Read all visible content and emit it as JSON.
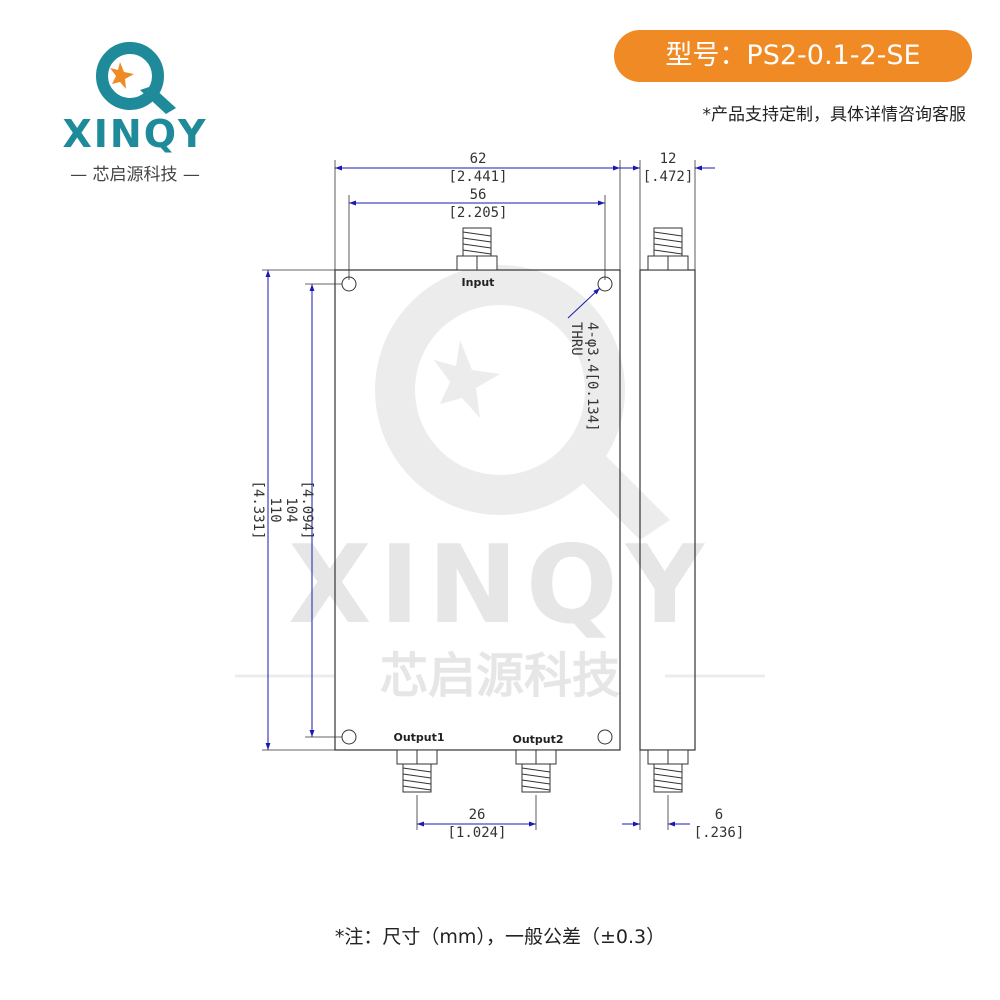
{
  "logo": {
    "brand": "XINQY",
    "chinese": "— 芯启源科技 —",
    "colors": {
      "teal": "#1f8a99",
      "orange": "#f08a24"
    }
  },
  "header": {
    "model_badge": "型号：PS2-0.1-2-SE",
    "badge_color": "#f08a24",
    "notice": "*产品支持定制，具体详情咨询客服"
  },
  "watermark": {
    "brand": "XINQY",
    "chinese": "芯启源科技"
  },
  "drawing": {
    "ports": {
      "input": "Input",
      "output1": "Output1",
      "output2": "Output2"
    },
    "dimensions": {
      "width_outer_mm": "62",
      "width_outer_in": "[2.441]",
      "width_inner_mm": "56",
      "width_inner_in": "[2.205]",
      "thickness_mm": "12",
      "thickness_in": "[.472]",
      "height_outer_mm": "110",
      "height_outer_in": "[4.331]",
      "height_inner_mm": "104",
      "height_inner_in": "[4.094]",
      "port_spacing_mm": "26",
      "port_spacing_in": "[1.024]",
      "side_offset_mm": "6",
      "side_offset_in": "[.236]",
      "hole_note_1": "4-φ3.4[0.134]",
      "hole_note_2": "THRU"
    }
  },
  "footer": {
    "note": "*注：尺寸（mm），一般公差（±0.3）"
  }
}
